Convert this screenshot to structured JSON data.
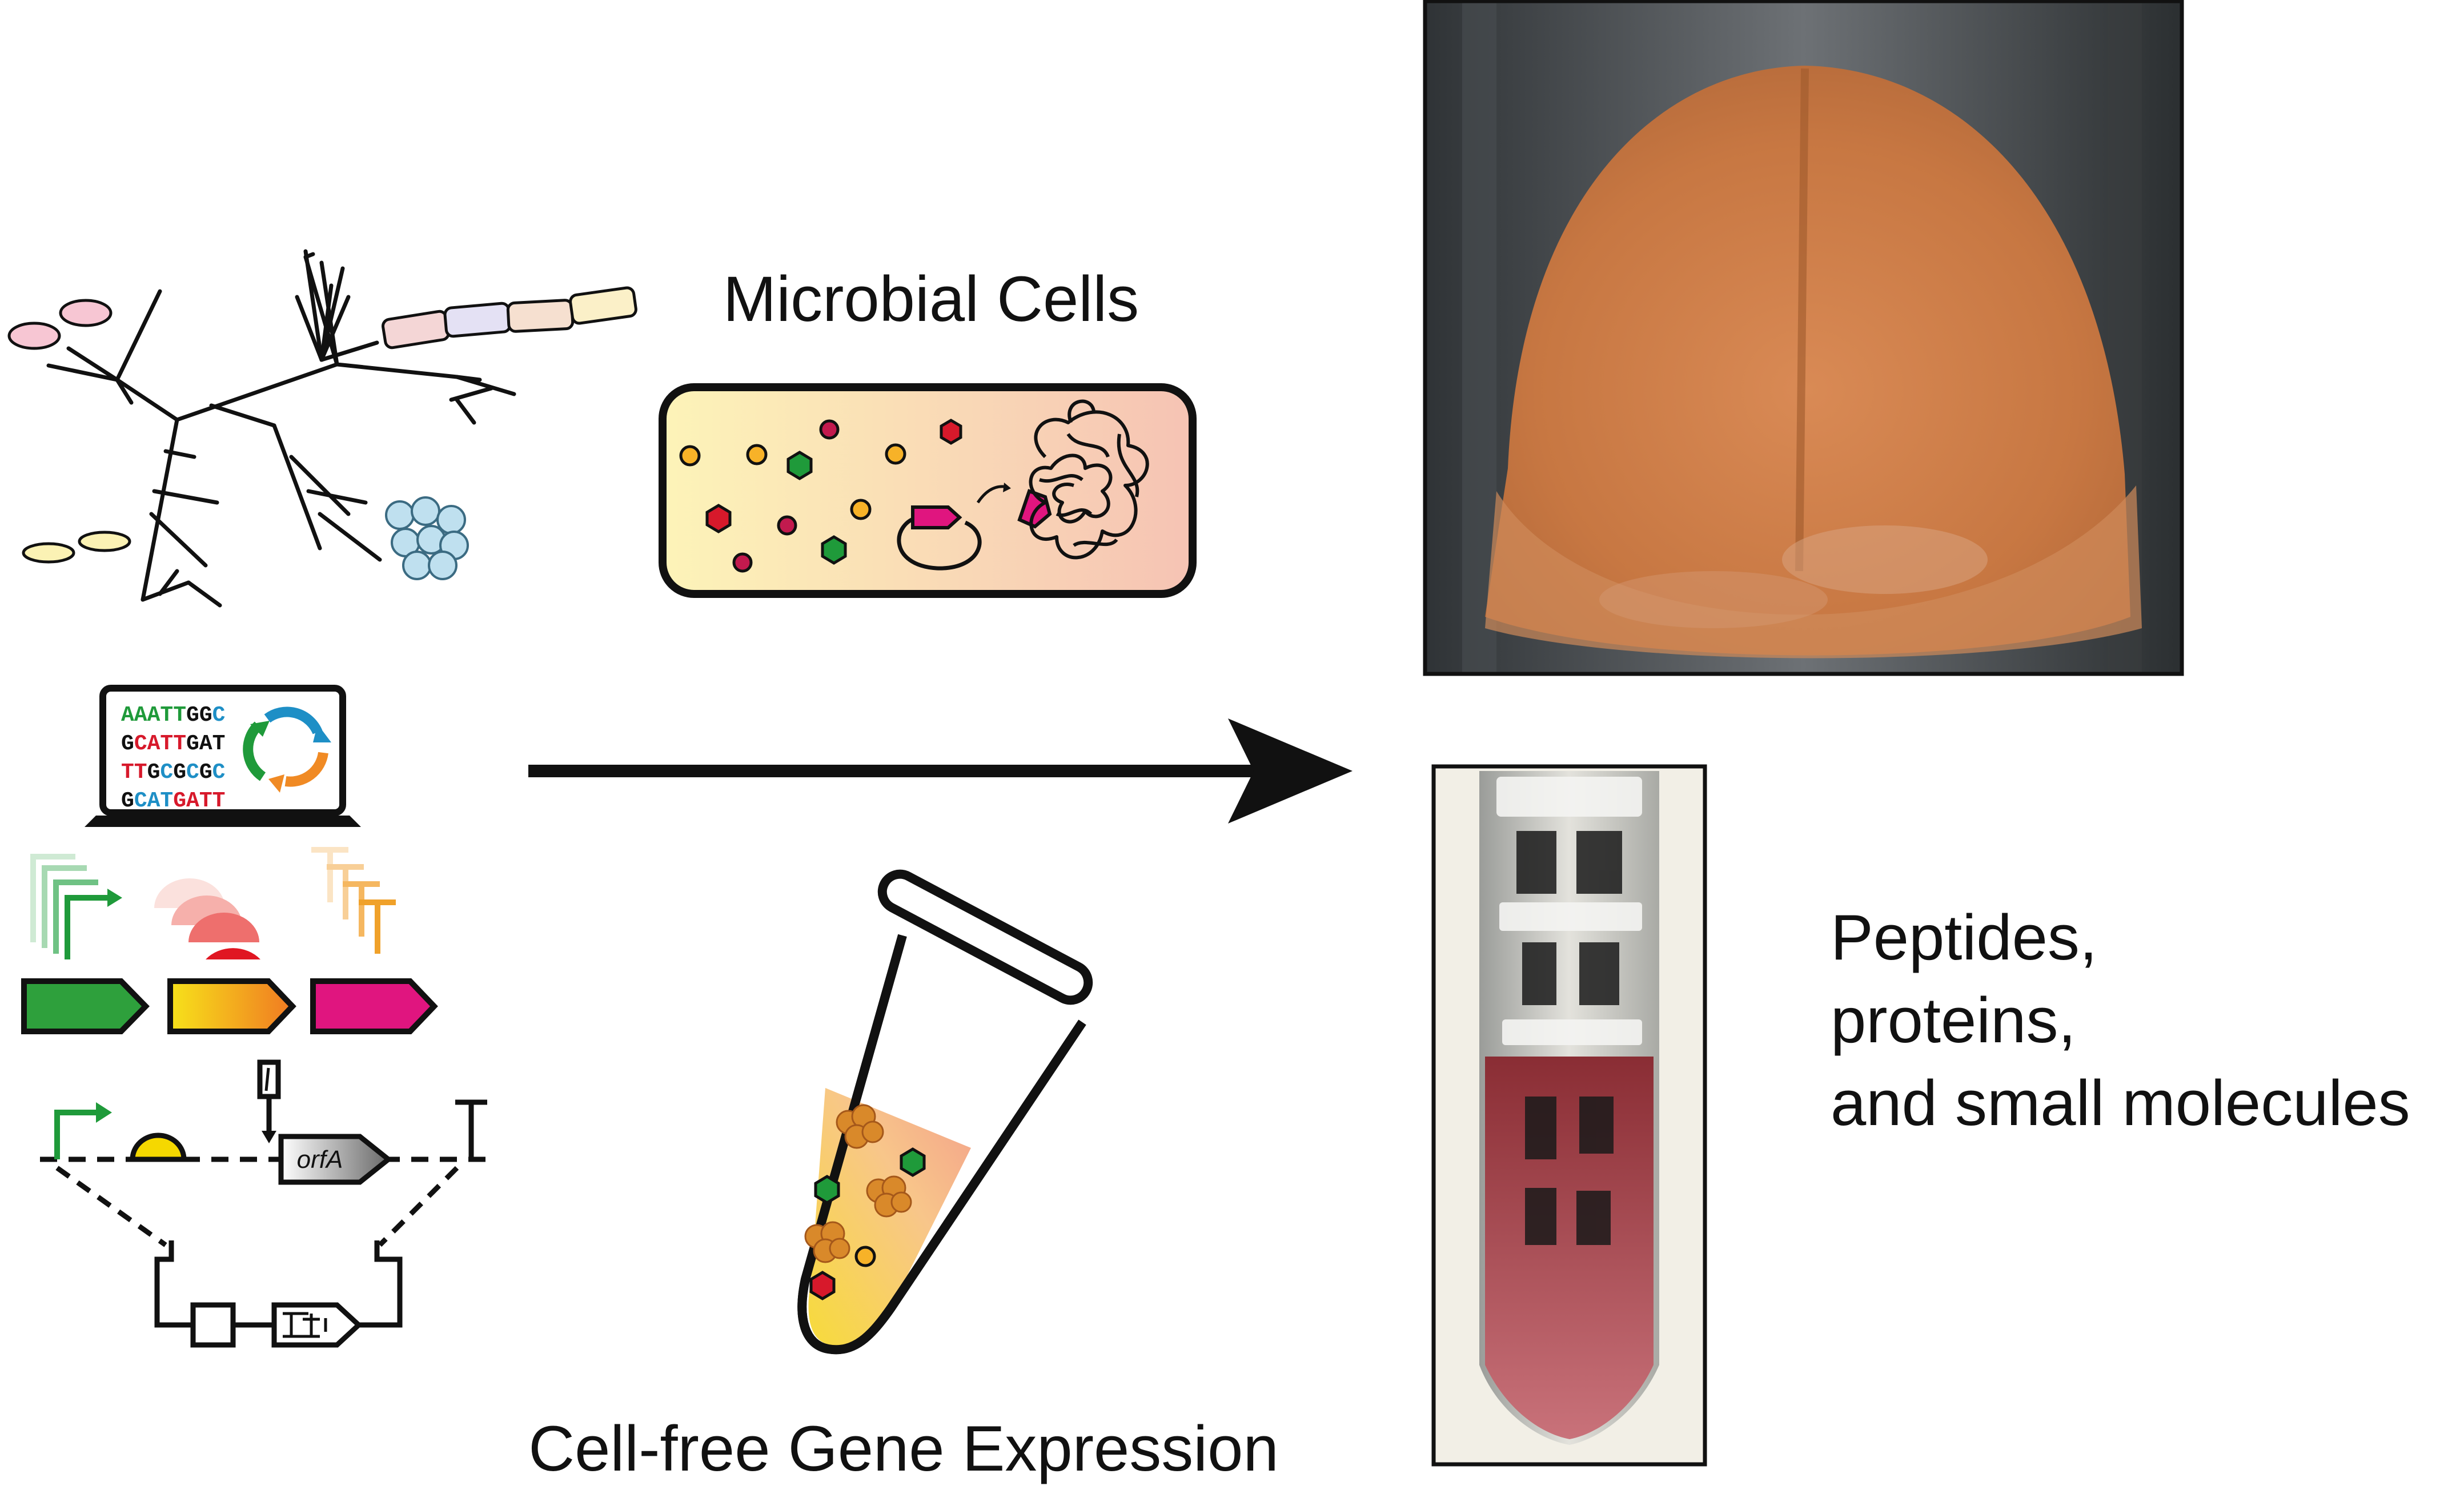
{
  "labels": {
    "microbial_cells": "Microbial Cells",
    "cell_free": "Cell-free Gene Expression",
    "products_line1": "Peptides,",
    "products_line2": "proteins,",
    "products_line3": "and small molecules"
  },
  "gene_label": "orfA",
  "sequences": [
    [
      {
        "t": "AAATT",
        "c": "green"
      },
      {
        "t": "GG",
        "c": "black"
      },
      {
        "t": "C",
        "c": "blue"
      }
    ],
    [
      {
        "t": "G",
        "c": "black"
      },
      {
        "t": "CATT",
        "c": "red"
      },
      {
        "t": "GAT",
        "c": "black"
      }
    ],
    [
      {
        "t": "TT",
        "c": "red"
      },
      {
        "t": "G",
        "c": "black"
      },
      {
        "t": "C",
        "c": "blue"
      },
      {
        "t": "G",
        "c": "black"
      },
      {
        "t": "C",
        "c": "blue"
      },
      {
        "t": "G",
        "c": "black"
      },
      {
        "t": "C",
        "c": "blue"
      }
    ],
    [
      {
        "t": "G",
        "c": "black"
      },
      {
        "t": "CAT",
        "c": "blue"
      },
      {
        "t": "GATT",
        "c": "red"
      }
    ]
  ],
  "colors": {
    "green": "#1f9a3a",
    "red": "#d7192b",
    "blue": "#1e8fc6",
    "black": "#111111",
    "orange": "#f08a24",
    "magenta": "#e0157f",
    "yellow": "#f5d800",
    "cell_fill_left": "#fdf3b6",
    "cell_fill_right": "#f6c6b6",
    "particle_orange": "#d9892a"
  }
}
